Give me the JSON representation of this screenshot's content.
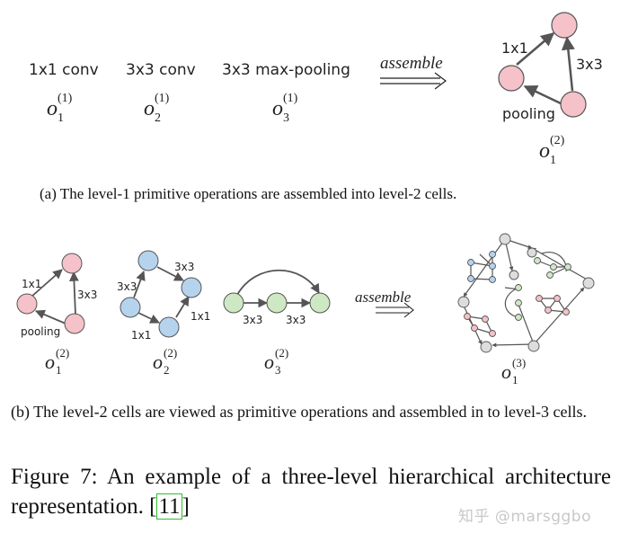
{
  "panel_a": {
    "ops": [
      {
        "label": "1x1 conv",
        "symbol": "o",
        "sub": "1",
        "sup": "(1)"
      },
      {
        "label": "3x3 conv",
        "symbol": "o",
        "sub": "2",
        "sup": "(1)"
      },
      {
        "label": "3x3 max-pooling",
        "symbol": "o",
        "sub": "3",
        "sup": "(1)"
      }
    ],
    "assemble": "assemble",
    "cell": {
      "edge_top": "1x1",
      "edge_right": "3x3",
      "node_label": "pooling",
      "symbol": "o",
      "sub": "1",
      "sup": "(2)"
    },
    "caption": "(a) The level-1 primitive operations are assembled into level-2 cells."
  },
  "panel_b": {
    "cells": [
      {
        "edges": [
          "1x1",
          "3x3"
        ],
        "node_label": "pooling",
        "symbol": "o",
        "sub": "1",
        "sup": "(2)"
      },
      {
        "edges": [
          "3x3",
          "3x3",
          "1x1",
          "1x1"
        ],
        "symbol": "o",
        "sub": "2",
        "sup": "(2)"
      },
      {
        "edges": [
          "3x3",
          "3x3"
        ],
        "symbol": "o",
        "sub": "3",
        "sup": "(2)"
      }
    ],
    "assemble": "assemble",
    "result": {
      "symbol": "o",
      "sub": "1",
      "sup": "(3)"
    },
    "caption": "(b) The level-2 cells are viewed as primitive operations and assembled in to level-3 cells."
  },
  "figure_caption": {
    "prefix": "Figure 7: An example of a three-level hierarchical architecture representation. [",
    "citation": "11",
    "suffix": "]"
  },
  "watermark": "知乎 @marsggbo",
  "colors": {
    "pink": "#f4c2c8",
    "blue": "#b6d3ee",
    "green": "#cfe8c4",
    "gray": "#dddddd",
    "stroke": "#555555"
  }
}
